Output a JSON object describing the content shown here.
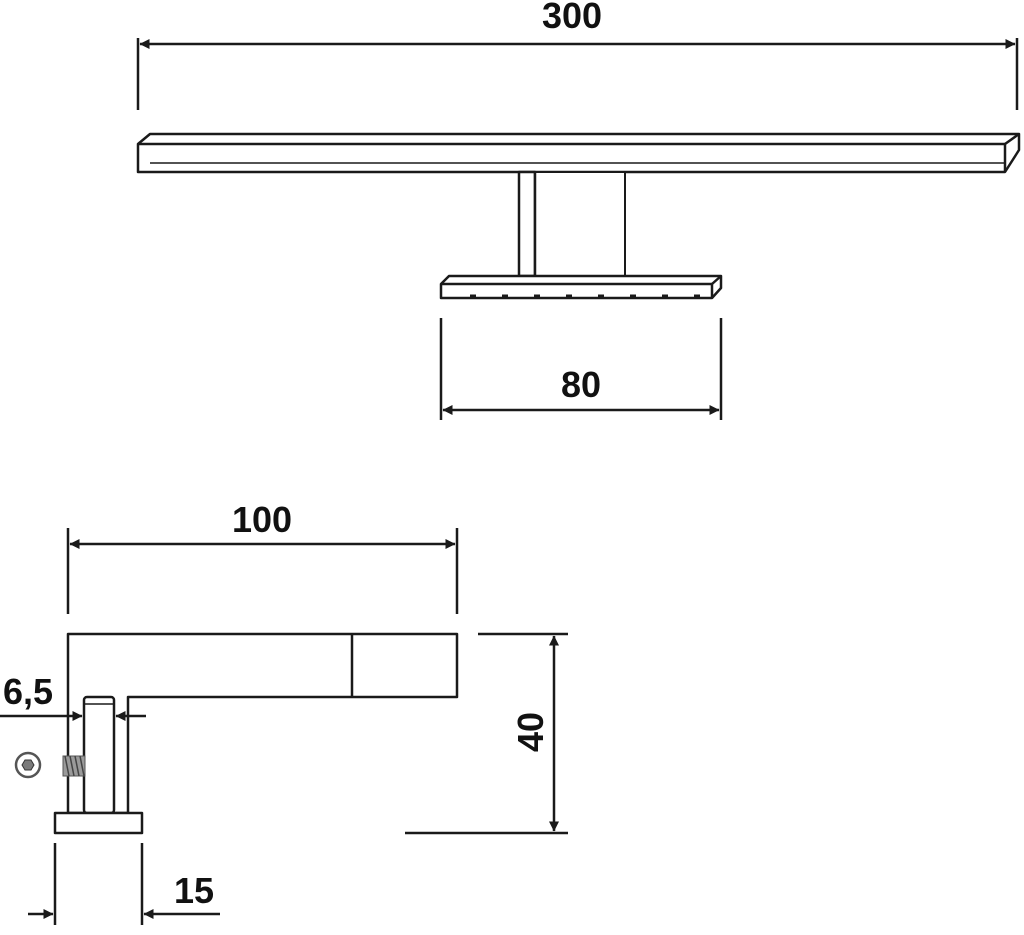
{
  "colors": {
    "line": "#1a1a1a",
    "background": "#ffffff",
    "bolt": "#7a7a7a"
  },
  "top_view": {
    "overall_length": "300",
    "base_width": "80"
  },
  "side_view": {
    "depth": "100",
    "height": "40",
    "stem_gap": "6,5",
    "base_thickness": "15"
  }
}
